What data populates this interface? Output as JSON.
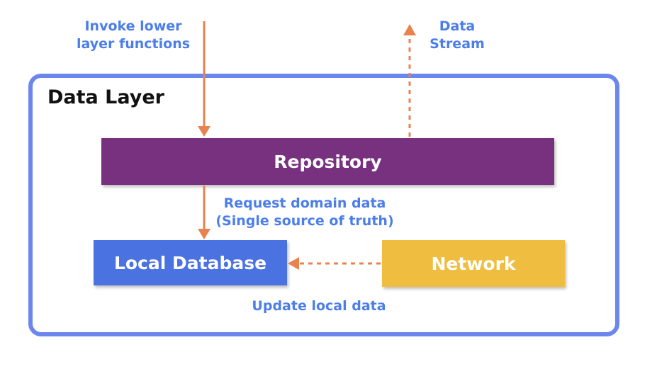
{
  "diagram": {
    "layer_title": "Data Layer",
    "nodes": {
      "repository": "Repository",
      "local_database": "Local Database",
      "network": "Network"
    },
    "edges": {
      "invoke": {
        "line1": "Invoke lower",
        "line2": "layer functions"
      },
      "data_stream": {
        "line1": "Data",
        "line2": "Stream"
      },
      "request": {
        "line1": "Request domain data",
        "line2": "(Single source of truth)"
      },
      "update": {
        "line1": "Update local data"
      }
    },
    "colors": {
      "layer_border": "#6b86ec",
      "repository": "#77317e",
      "local_database": "#4a72e0",
      "network": "#efbd3f",
      "arrow": "#e8834f",
      "label_text": "#4c7eea"
    }
  }
}
